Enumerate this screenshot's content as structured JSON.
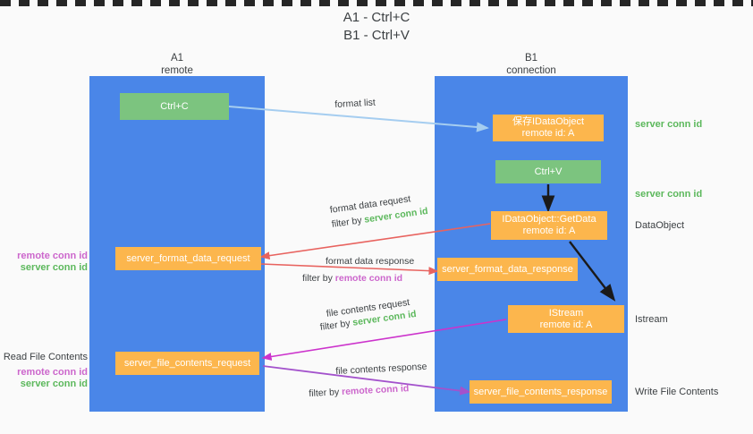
{
  "title": {
    "line1": "A1 - Ctrl+C",
    "line2": "B1 - Ctrl+V"
  },
  "columns": [
    {
      "id": "a1",
      "name": "A1",
      "role": "remote"
    },
    {
      "id": "b1",
      "name": "B1",
      "role": "connection"
    }
  ],
  "nodes": [
    {
      "id": "ctrl-c",
      "label_line1": "Ctrl+C",
      "label_line2": "",
      "color": "#7cc47f"
    },
    {
      "id": "save-idataobject",
      "label_line1": "保存IDataObject",
      "label_line2": "remote id: A",
      "color": "#fcb64d"
    },
    {
      "id": "ctrl-v",
      "label_line1": "Ctrl+V",
      "label_line2": "",
      "color": "#7cc47f"
    },
    {
      "id": "idataobject-getdata",
      "label_line1": "IDataObject::GetData",
      "label_line2": "remote id: A",
      "color": "#fcb64d"
    },
    {
      "id": "server-format-data-request",
      "label_line1": "server_format_data_request",
      "label_line2": "",
      "color": "#fcb64d"
    },
    {
      "id": "server-format-data-response",
      "label_line1": "server_format_data_response",
      "label_line2": "",
      "color": "#fcb64d"
    },
    {
      "id": "istream",
      "label_line1": "IStream",
      "label_line2": "remote id: A",
      "color": "#fcb64d"
    },
    {
      "id": "server-file-contents-request",
      "label_line1": "server_file_contents_request",
      "label_line2": "",
      "color": "#fcb64d"
    },
    {
      "id": "server-file-contents-response",
      "label_line1": "server_file_contents_response",
      "label_line2": "",
      "color": "#fcb64d"
    }
  ],
  "edge_labels": {
    "format_list": "format list",
    "format_data_request": "format data request",
    "format_data_request_filter_prefix": "filter by ",
    "format_data_request_filter_value": "server conn id",
    "format_data_response": "format data response",
    "format_data_response_filter_prefix": "filter by ",
    "format_data_response_filter_value": "remote conn id",
    "file_contents_request": "file contents request",
    "file_contents_request_filter_prefix": "filter by ",
    "file_contents_request_filter_value": "server conn id",
    "file_contents_response": "file contents response",
    "file_contents_response_filter_prefix": "filter by ",
    "file_contents_response_filter_value": "remote conn id"
  },
  "right_labels": [
    {
      "id": "server-conn-id-top",
      "text": "server conn id",
      "color": "#5cb85c"
    },
    {
      "id": "server-conn-id-second",
      "text": "server conn id",
      "color": "#5cb85c"
    },
    {
      "id": "dataobject",
      "text": "DataObject",
      "color": "#3c4043"
    },
    {
      "id": "istream-label",
      "text": "Istream",
      "color": "#3c4043"
    },
    {
      "id": "write-file-contents",
      "text": "Write File Contents",
      "color": "#3c4043"
    }
  ],
  "left_labels": {
    "group1_remote": "remote conn id",
    "group1_server": "server conn id",
    "read_file_contents": "Read File Contents",
    "group2_remote": "remote conn id",
    "group2_server": "server conn id"
  },
  "colors": {
    "lane": "#4a86e8",
    "green_node": "#7cc47f",
    "orange_node": "#fcb64d",
    "background": "#fafafa",
    "server_conn": "#5cb85c",
    "remote_conn": "#cc66cc",
    "arrow_blue": "#a5cdf0",
    "arrow_red": "#e8635f",
    "arrow_magenta": "#cc33cc",
    "arrow_purple": "#a352cc",
    "arrow_black": "#1a1a1a",
    "divider": "#262626"
  }
}
